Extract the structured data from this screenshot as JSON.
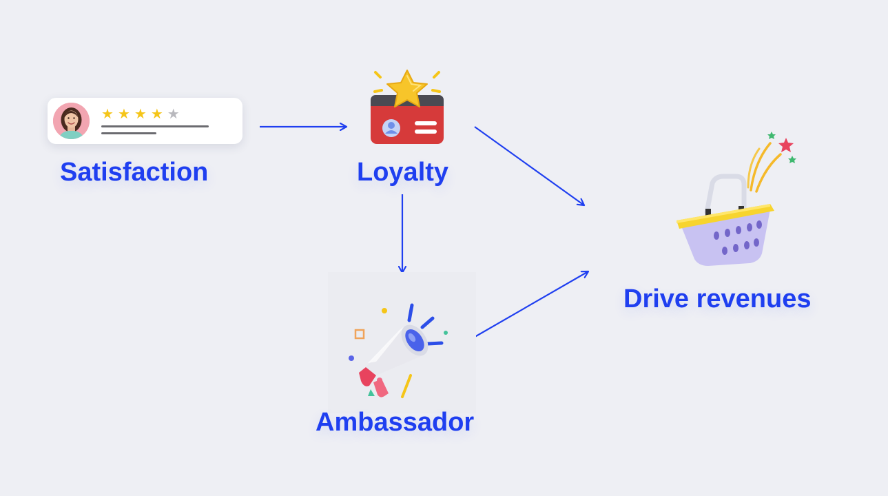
{
  "nodes": {
    "satisfaction": {
      "label": "Satisfaction"
    },
    "loyalty": {
      "label": "Loyalty"
    },
    "ambassador": {
      "label": "Ambassador"
    },
    "revenues": {
      "label": "Drive revenues"
    }
  },
  "review_card": {
    "rating": "4/5",
    "stars": [
      "★",
      "★",
      "★",
      "★",
      "★"
    ]
  },
  "icons": {
    "review": "review-card-icon",
    "loyalty": "loyalty-card-icon",
    "ambassador": "megaphone-icon",
    "revenues": "shopping-basket-icon"
  },
  "colors": {
    "background": "#eeeff4",
    "accent": "#1f3ff0",
    "star_filled": "#f5c518",
    "star_empty": "#b8b8bd"
  },
  "edges": [
    {
      "from": "satisfaction",
      "to": "loyalty"
    },
    {
      "from": "loyalty",
      "to": "ambassador"
    },
    {
      "from": "loyalty",
      "to": "revenues"
    },
    {
      "from": "ambassador",
      "to": "revenues"
    }
  ]
}
